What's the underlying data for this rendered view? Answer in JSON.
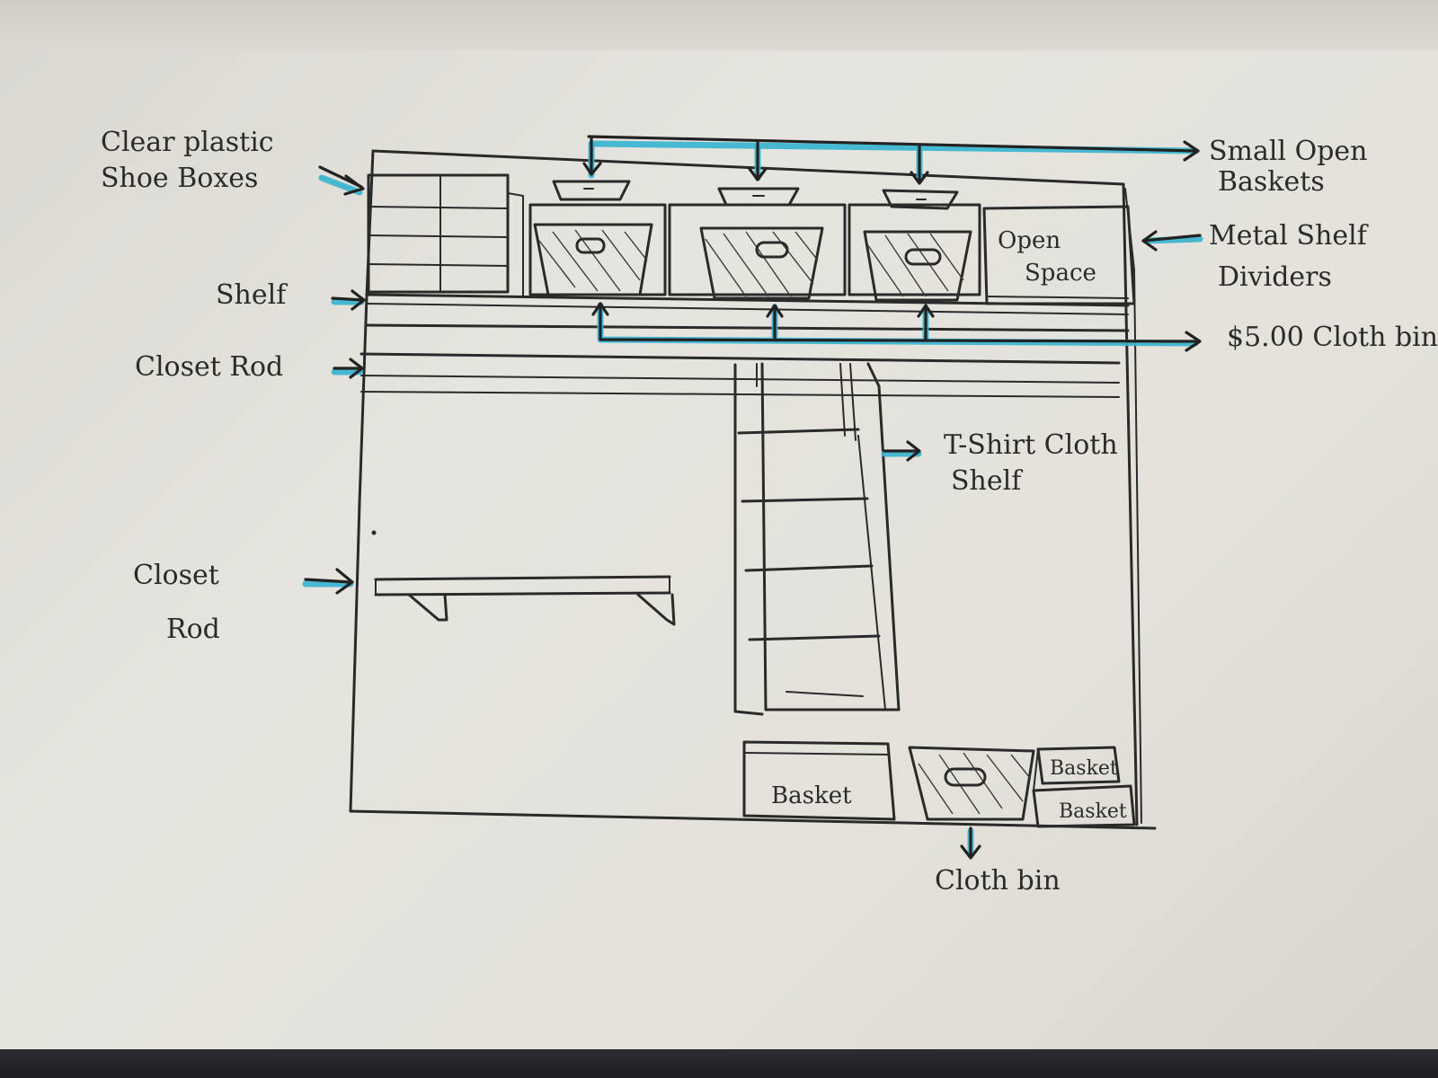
{
  "labels": {
    "clear_plastic_line1": "Clear plastic",
    "clear_plastic_line2": "Shoe Boxes",
    "small_open_line1": "Small Open",
    "small_open_line2": "Baskets",
    "metal_shelf_line1": "Metal Shelf",
    "metal_shelf_line2": "Dividers",
    "cloth_bin_price": "$5.00 Cloth bin",
    "shelf": "Shelf",
    "closet_rod_upper": "Closet Rod",
    "tshirt_line1": "T-Shirt Cloth",
    "tshirt_line2": "Shelf",
    "closet_rod_lower_line1": "Closet",
    "closet_rod_lower_line2": "Rod",
    "open_space_line1": "Open",
    "open_space_line2": "Space",
    "basket_large": "Basket",
    "basket_small_top": "Basket",
    "basket_small_bottom": "Basket",
    "cloth_bin_bottom": "Cloth bin"
  },
  "colors": {
    "highlight": "#39b4cf",
    "ink": "#2a2a2a",
    "paper": "#e3e1da"
  }
}
